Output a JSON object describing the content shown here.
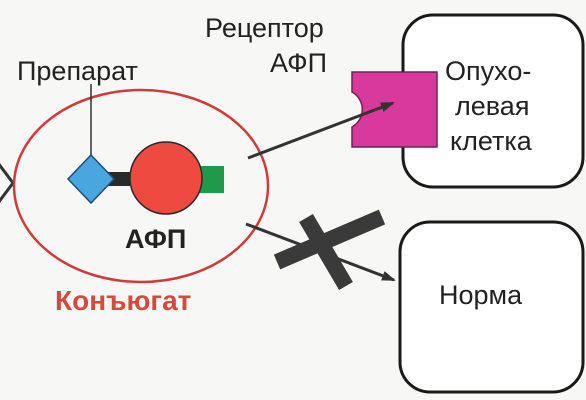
{
  "labels": {
    "drug": "Препарат",
    "afp": "АФП",
    "conjugate": "Конъюгат",
    "receptor_line1": "Рецептор",
    "receptor_line2": "АФП",
    "tumor_line1": "Опухо-",
    "tumor_line2": "левая",
    "tumor_line3": "клетка",
    "normal": "Норма"
  },
  "colors": {
    "ellipse_outline": "#cf3a3a",
    "conjugate_text": "#d9483f",
    "afp_circle": "#ee4a3f",
    "drug_diamond": "#4aa6df",
    "tag_square": "#1f9a4a",
    "receptor": "#d8399a",
    "line": "#333333",
    "cross": "#3a3a3a"
  },
  "icons": {
    "drug": "diamond-shape",
    "afp": "circle-shape",
    "tag": "square-shape",
    "receptor": "cup-shape",
    "blocked": "cross-mark"
  }
}
